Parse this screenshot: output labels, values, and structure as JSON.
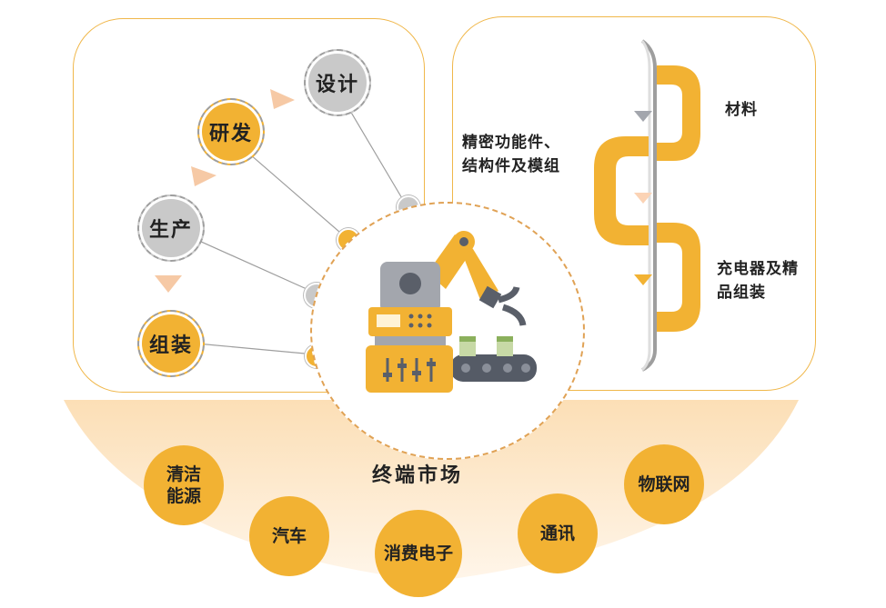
{
  "left_panel": {
    "nodes": [
      {
        "label": "设计"
      },
      {
        "label": "研发"
      },
      {
        "label": "生产"
      },
      {
        "label": "组装"
      }
    ]
  },
  "right_panel": {
    "labels": [
      "材料",
      "精密功能件、结构件及模组",
      "充电器及精品组装"
    ],
    "label_lines": {
      "material": "材料",
      "precision_line1": "精密功能件、",
      "precision_line2": "结构件及模组",
      "charger_line1": "充电器及精",
      "charger_line2": "品组装"
    }
  },
  "center": {
    "icon": "robot-arm-icon"
  },
  "terminal_market": {
    "title": "终端市场",
    "items": [
      {
        "line1": "清洁",
        "line2": "能源"
      },
      {
        "line1": "汽车",
        "line2": ""
      },
      {
        "line1": "消费电子",
        "line2": ""
      },
      {
        "line1": "通讯",
        "line2": ""
      },
      {
        "line1": "物联网",
        "line2": ""
      }
    ]
  },
  "colors": {
    "accent": "#f2b233",
    "panel_border": "#f0b74a",
    "gray": "#c9c9c9",
    "arc_fill": "#fde6c8"
  }
}
